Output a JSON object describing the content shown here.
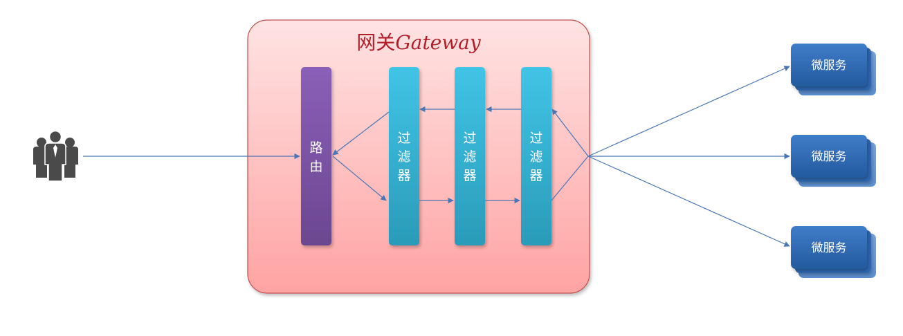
{
  "gateway": {
    "title_cn": "网关",
    "title_latin": "Gateway"
  },
  "router": {
    "label_chars": [
      "路",
      "由"
    ]
  },
  "filters": [
    {
      "label_chars": [
        "过",
        "滤",
        "器"
      ]
    },
    {
      "label_chars": [
        "过",
        "滤",
        "器"
      ]
    },
    {
      "label_chars": [
        "过",
        "滤",
        "器"
      ]
    }
  ],
  "services": [
    {
      "label": "微服务"
    },
    {
      "label": "微服务"
    },
    {
      "label": "微服务"
    }
  ],
  "icons": {
    "client": "users-group-icon"
  },
  "colors": {
    "gateway_fill_top": "#ffe3e3",
    "gateway_fill_bottom": "#ffa3a3",
    "gateway_border": "#c0504d",
    "gateway_title": "#b01e2a",
    "router_top": "#8a5fb8",
    "router_bottom": "#6b4790",
    "filter_top": "#41c4e6",
    "filter_bottom": "#2a9bb8",
    "service_top": "#3f7cc9",
    "service_bottom": "#245a9e",
    "arrow": "#4a76b4",
    "people": "#4a4a4a"
  }
}
